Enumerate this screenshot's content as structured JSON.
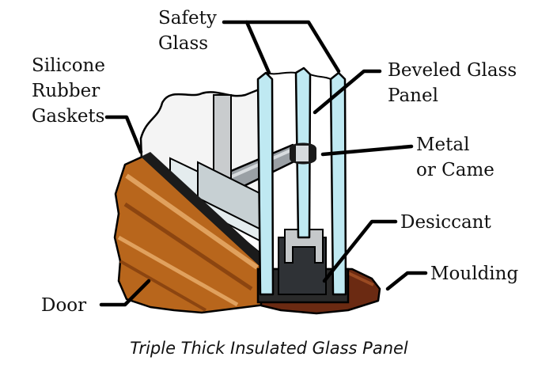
{
  "labels": {
    "safety_glass_line1": "Safety",
    "safety_glass_line2": "Glass",
    "silicone_line1": "Silicone",
    "silicone_line2": "Rubber",
    "silicone_line3": "Gaskets",
    "beveled_line1": "Beveled Glass",
    "beveled_line2": "Panel",
    "metal_line1": "Metal",
    "metal_line2": "or Came",
    "desiccant": "Desiccant",
    "moulding": "Moulding",
    "door": "Door"
  },
  "caption": "Triple Thick Insulated Glass Panel",
  "colors": {
    "glass_edge": "#bfe9f2",
    "wood": "#b8661c",
    "wood_dark": "#6b2a12",
    "desiccant": "#2f3236",
    "metal": "#8e9499"
  }
}
